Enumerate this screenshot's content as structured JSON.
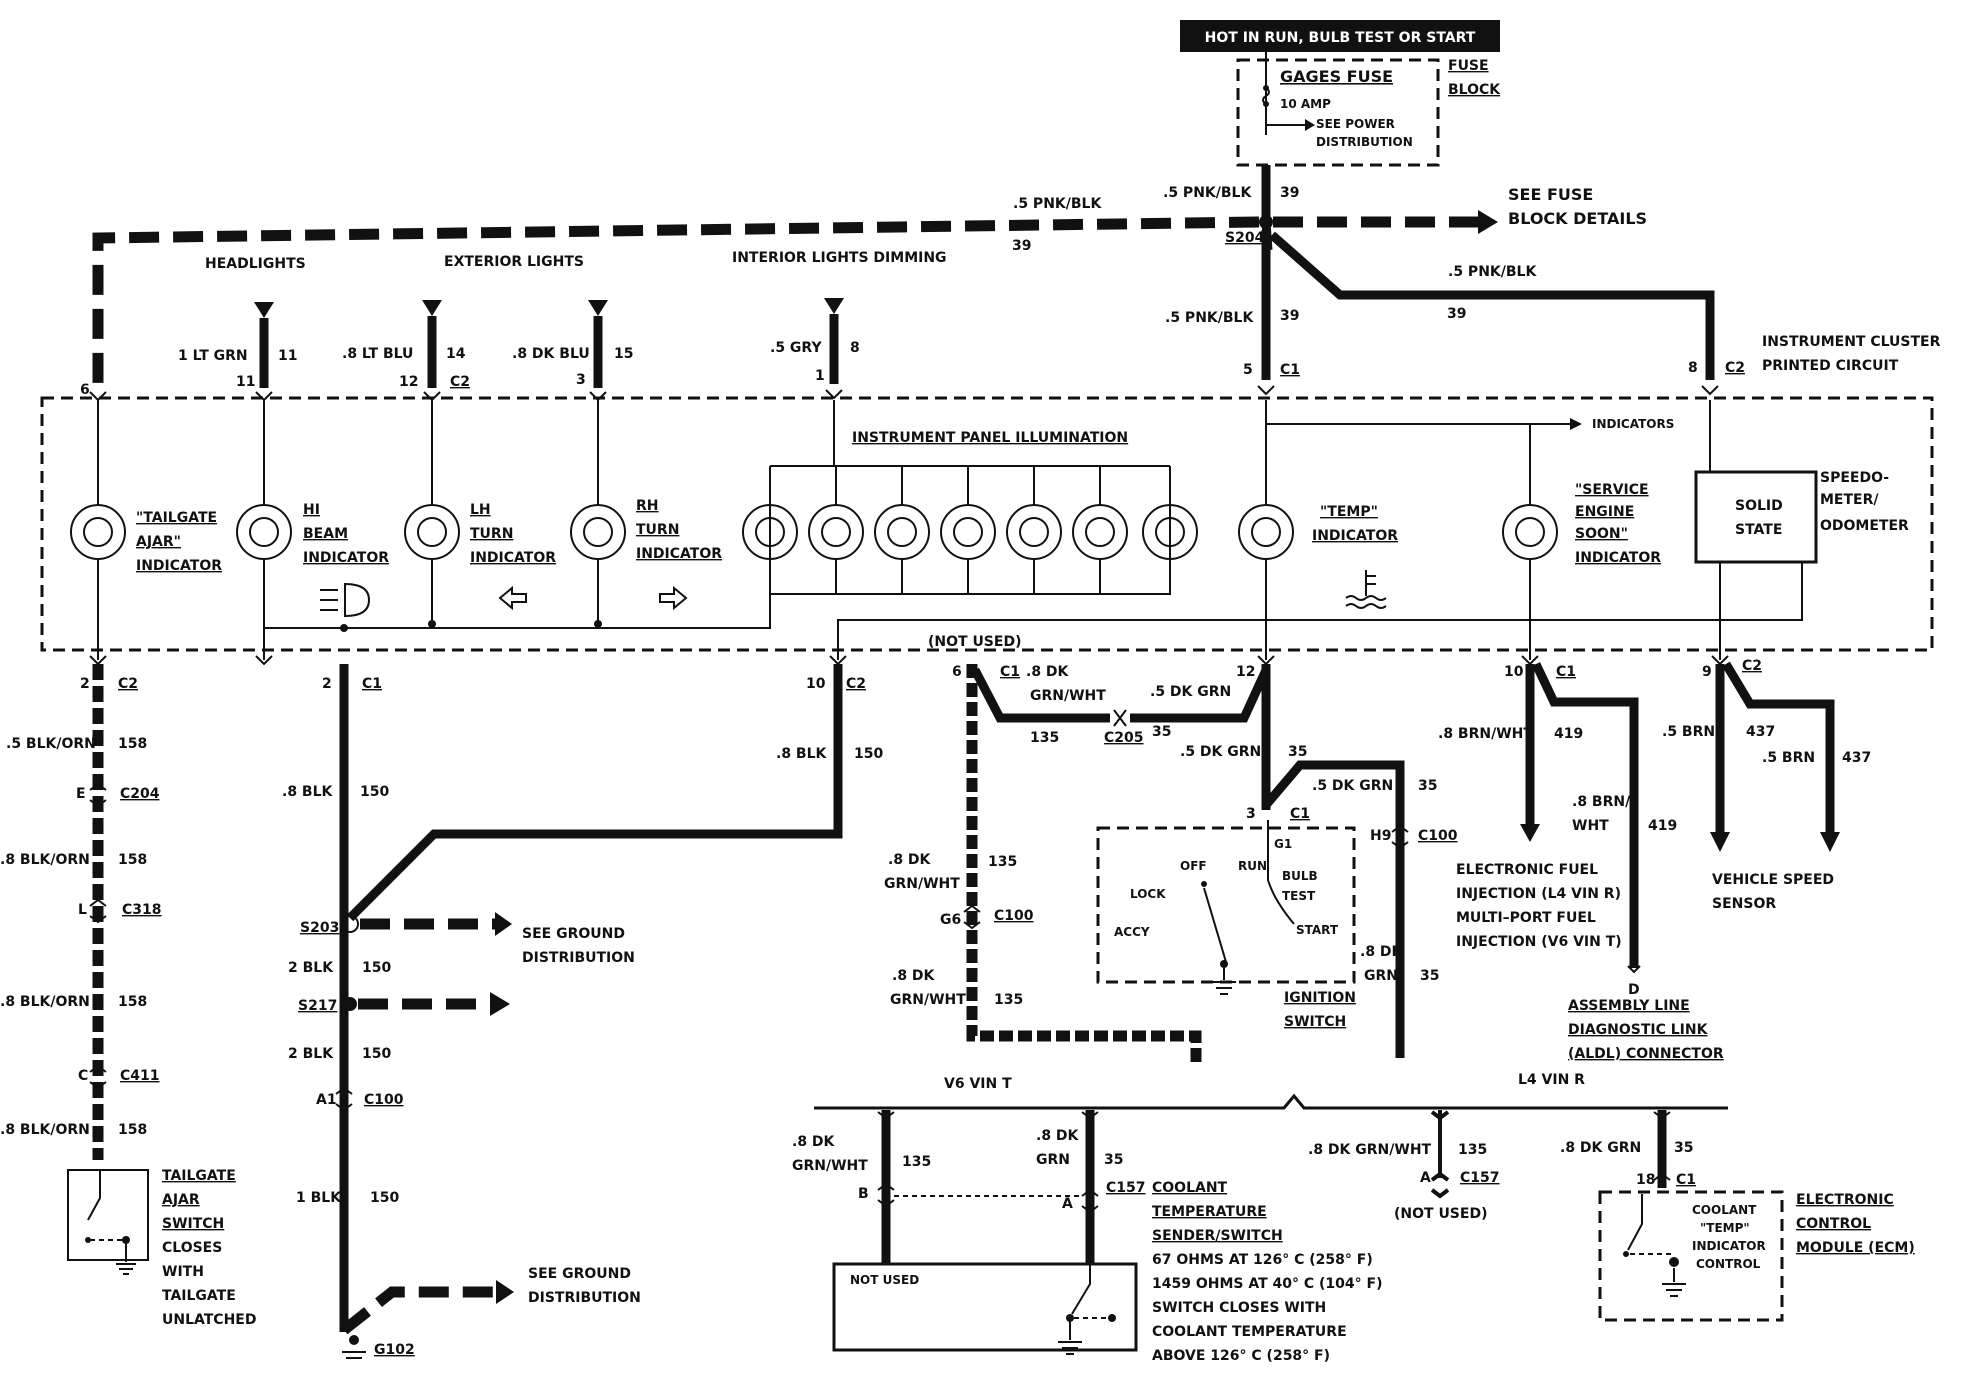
{
  "header": {
    "source": "HOT IN RUN, BULB TEST OR START"
  },
  "fuse_block": {
    "title": "FUSE BLOCK",
    "fuse_name": "GAGES FUSE",
    "fuse_rating": "10 AMP",
    "see_power": "SEE POWER DISTRIBUTION",
    "see_details": "SEE FUSE BLOCK DETAILS"
  },
  "top_wires": {
    "main_color": ".5 PNK/BLK",
    "main_circuit": "39",
    "splice": "S204"
  },
  "inputs": {
    "headlights": "HEADLIGHTS",
    "exterior": "EXTERIOR LIGHTS",
    "interior": "INTERIOR LIGHTS DIMMING",
    "w1_color": "1 LT GRN",
    "w1_circ": "11",
    "w1_pin": "11",
    "w2_color": ".8 LT BLU",
    "w2_circ": "14",
    "w2_pin": "12",
    "w2_conn": "C2",
    "w3_color": ".8 DK BLU",
    "w3_circ": "15",
    "w3_pin": "3",
    "w4_color": ".5 GRY",
    "w4_circ": "8",
    "w4_pin": "1",
    "c1_pin": "5",
    "c1_conn": "C1",
    "c2_pin": "8",
    "c2_conn": "C2",
    "pin6": "6"
  },
  "cluster": {
    "title": "INSTRUMENT CLUSTER PRINTED CIRCUIT",
    "panel_illum": "INSTRUMENT PANEL ILLUMINATION",
    "indicators_arrow": "INDICATORS",
    "tailgate": "\"TAILGATE AJAR\" INDICATOR",
    "hibeam": "HI BEAM INDICATOR",
    "lhturn": "LH TURN INDICATOR",
    "rhturn": "RH TURN INDICATOR",
    "temp": "\"TEMP\" INDICATOR",
    "ses": "\"SERVICE ENGINE SOON\" INDICATOR",
    "solid_state": "SOLID STATE",
    "speedo": "SPEEDO-METER/ ODOMETER"
  },
  "bottom_left": {
    "p2c2": "2",
    "c2": "C2",
    "w_blkorn_5": ".5 BLK/ORN",
    "w_blkorn_8": ".8 BLK/ORN",
    "circ158": "158",
    "c204_pin": "E",
    "c204": "C204",
    "c318_pin": "L",
    "c318": "C318",
    "c411_pin": "C",
    "c411": "C411",
    "tailgate_switch": "TAILGATE AJAR SWITCH",
    "tailgate_note": "CLOSES WITH TAILGATE UNLATCHED"
  },
  "ground": {
    "p2c1": "2",
    "c1": "C1",
    "w8blk": ".8 BLK",
    "w2blk": "2 BLK",
    "w1blk": "1 BLK",
    "circ150": "150",
    "p10c2": "10",
    "c2": "C2",
    "s203": "S203",
    "s217": "S217",
    "c100_pin": "A1",
    "c100": "C100",
    "see_ground": "SEE GROUND DISTRIBUTION",
    "g102": "G102"
  },
  "temp_circuit": {
    "not_used": "(NOT USED)",
    "p6": "6",
    "c1": "C1",
    "w_dkgrnwht": ".8 DK GRN/WHT",
    "circ135": "135",
    "c205": "C205",
    "circ35": "35",
    "w_5dkgrn": ".5 DK GRN",
    "p12": "12",
    "p3": "3",
    "g6": "G6",
    "c100": "C100",
    "h9": "H9",
    "w_8dkgrn": ".8 DK GRN"
  },
  "ignition": {
    "off": "OFF",
    "run": "RUN",
    "bulb_test": "BULB TEST",
    "lock": "LOCK",
    "accy": "ACCY",
    "start": "START",
    "g1": "G1",
    "title": "IGNITION SWITCH"
  },
  "right_side": {
    "p10": "10",
    "c1": "C1",
    "w_brnwht": ".8 BRN/WHT",
    "circ419": "419",
    "efi_text": "ELECTRONIC FUEL INJECTION (L4 VIN R) MULTI-PORT FUEL INJECTION (V6 VIN T)",
    "aldl_pin": "D",
    "aldl": "ASSEMBLY LINE DIAGNOSTIC LINK (ALDL) CONNECTOR",
    "p9": "9",
    "c2": "C2",
    "w_5brn": ".5 BRN",
    "circ437": "437",
    "vss": "VEHICLE SPEED SENSOR"
  },
  "engine_variants": {
    "v6": "V6 VIN T",
    "l4": "L4 VIN R",
    "b": "B",
    "a": "A",
    "c157": "C157",
    "p18": "18",
    "not_used_box": "NOT USED",
    "coolant_sensor": "COOLANT TEMPERATURE SENDER/SWITCH",
    "sensor_spec1": "67 OHMS AT 126° C (258° F)",
    "sensor_spec2": "1459 OHMS AT 40° C (104° F)",
    "sensor_spec3": "SWITCH CLOSES WITH",
    "sensor_spec4": "COOLANT TEMPERATURE",
    "sensor_spec5": "ABOVE 126° C (258° F)",
    "not_used_paren": "(NOT USED)",
    "ecm_control": "COOLANT \"TEMP\" INDICATOR CONTROL",
    "ecm": "ELECTRONIC CONTROL MODULE (ECM)"
  }
}
